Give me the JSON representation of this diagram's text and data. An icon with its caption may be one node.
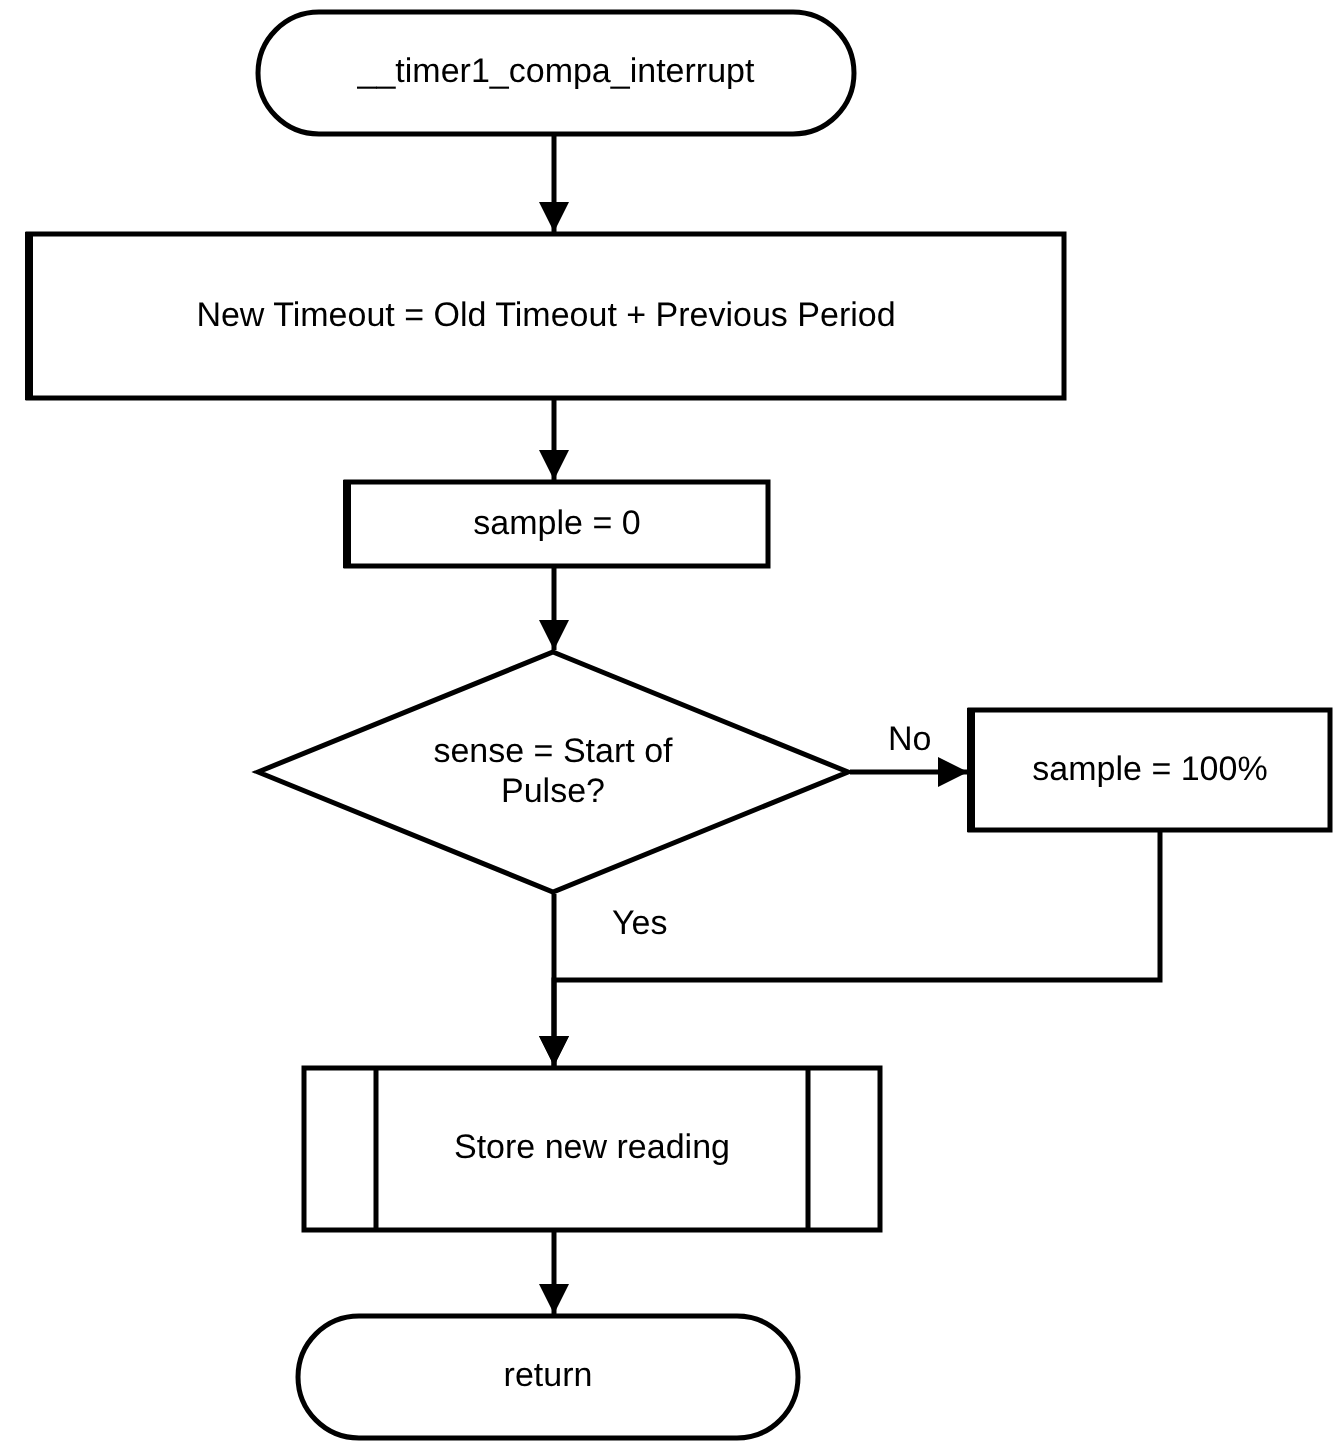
{
  "diagram": {
    "nodes": [
      {
        "text": [
          "__timer1_compa_interrupt"
        ]
      },
      {
        "text": [
          "New Timeout = Old Timeout + Previous Period"
        ]
      },
      {
        "text": [
          "sample = 0"
        ]
      },
      {
        "text": [
          "sense = Start of Pulse?"
        ]
      },
      {
        "text": [
          "sample = 100%"
        ]
      },
      {
        "text": [
          "Store new reading"
        ]
      },
      {
        "text": [
          "return"
        ]
      }
    ],
    "edges": [
      {
        "from": 0,
        "to": 1,
        "arrow": "to"
      },
      {
        "from": 1,
        "to": 2,
        "arrow": "to"
      },
      {
        "from": 2,
        "to": 3,
        "arrow": "to"
      },
      {
        "from": 3,
        "to": 4,
        "arrow": "to",
        "label": "No"
      },
      {
        "from": 3,
        "to": 5,
        "arrow": "to",
        "label": "Yes"
      },
      {
        "from": 4,
        "to": 5,
        "arrow": "to"
      },
      {
        "from": 5,
        "to": 6,
        "arrow": "to"
      }
    ]
  }
}
